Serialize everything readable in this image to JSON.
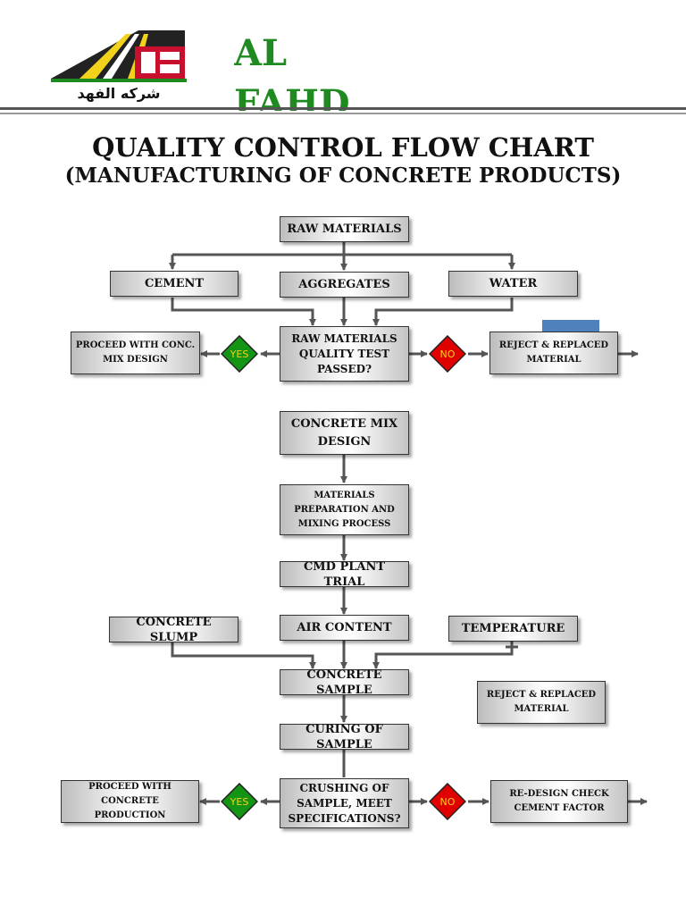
{
  "header": {
    "logo_caption": "شركه الفهد",
    "company_name": "AL FAHD"
  },
  "title": "QUALITY CONTROL FLOW CHART",
  "subtitle": "(MANUFACTURING OF CONCRETE PRODUCTS)",
  "colors": {
    "yes": "#149414",
    "no": "#e00000",
    "note": "#4f81bd",
    "company": "#1f8a1f"
  },
  "nodes": {
    "raw_materials": "RAW MATERIALS",
    "cement": "CEMENT",
    "aggregates": "AGGREGATES",
    "water": "WATER",
    "raw_test": "RAW MATERIALS QUALITY TEST PASSED?",
    "proceed_mix": "PROCEED WITH CONC. MIX DESIGN",
    "reject_1": "REJECT & REPLACED MATERIAL",
    "yes_1": "YES",
    "no_1": "NO",
    "mix_design": "CONCRETE MIX DESIGN",
    "prep_mixing": "MATERIALS PREPARATION AND MIXING PROCESS",
    "plant_trial": "CMD PLANT TRIAL",
    "slump": "CONCRETE SLUMP",
    "air_content": "AIR CONTENT",
    "temperature": "TEMPERATURE",
    "sample": "CONCRETE SAMPLE",
    "reject_2": "REJECT & REPLACED MATERIAL",
    "curing": "CURING OF SAMPLE",
    "crushing": "CRUSHING OF SAMPLE, MEET SPECIFICATIONS?",
    "proceed_production": "PROCEED WITH CONCRETE PRODUCTION",
    "redesign": "RE-DESIGN CHECK CEMENT FACTOR",
    "yes_2": "YES",
    "no_2": "NO"
  }
}
